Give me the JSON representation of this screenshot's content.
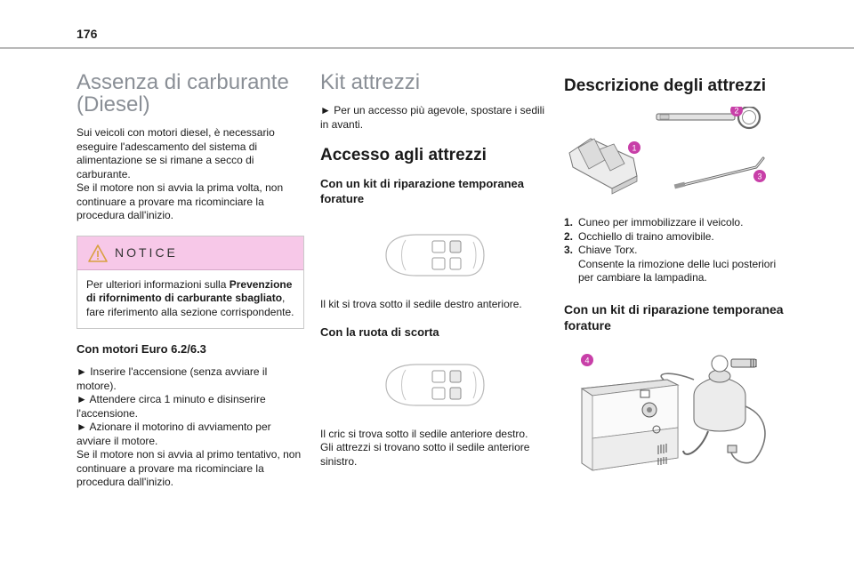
{
  "page": {
    "number": "176"
  },
  "col1": {
    "title": "Assenza di carburante (Diesel)",
    "intro": "Sui veicoli con motori diesel, è necessario eseguire l'adescamento del sistema di alimentazione se si rimane a secco di carburante.",
    "intro2": "Se il motore non si avvia la prima volta, non continuare a provare ma ricominciare la procedura dall'inizio.",
    "notice": {
      "title": "NOTICE",
      "text_before": "Per ulteriori informazioni sulla ",
      "text_bold": "Prevenzione di rifornimento di carburante sbagliato",
      "text_after": ", fare riferimento alla sezione corrispondente."
    },
    "subtitle": "Con motori Euro 6.2/6.3",
    "steps": [
      "► Inserire l'accensione (senza avviare il motore).",
      "► Attendere circa 1 minuto e disinserire l'accensione.",
      "► Azionare il motorino di avviamento per avviare il motore."
    ],
    "outro": "Se il motore non si avvia al primo tentativo, non continuare a provare ma ricominciare la procedura dall'inizio."
  },
  "col2": {
    "title": "Kit attrezzi",
    "tip": "► Per un accesso più agevole, spostare i sedili in avanti.",
    "section_title": "Accesso agli attrezzi",
    "sub1": "Con un kit di riparazione temporanea forature",
    "text1": "Il kit si trova sotto il sedile destro anteriore.",
    "sub2": "Con la ruota di scorta",
    "text2": "Il cric si trova sotto il sedile anteriore destro.",
    "text3": "Gli attrezzi si trovano sotto il sedile anteriore sinistro."
  },
  "col3": {
    "title": "Descrizione degli attrezzi",
    "callouts": [
      "1",
      "2",
      "3",
      "4"
    ],
    "legend": [
      {
        "n": "1.",
        "text": "Cuneo per immobilizzare il veicolo."
      },
      {
        "n": "2.",
        "text": "Occhiello di traino amovibile."
      },
      {
        "n": "3.",
        "text": "Chiave Torx."
      }
    ],
    "legend_note": "Consente la rimozione delle luci posteriori per cambiare la lampadina.",
    "sub": "Con un kit di riparazione temporanea forature"
  },
  "colors": {
    "accent": "#f7c8e8",
    "callout": "#c83fa8",
    "heading_light": "#8a8f96"
  }
}
